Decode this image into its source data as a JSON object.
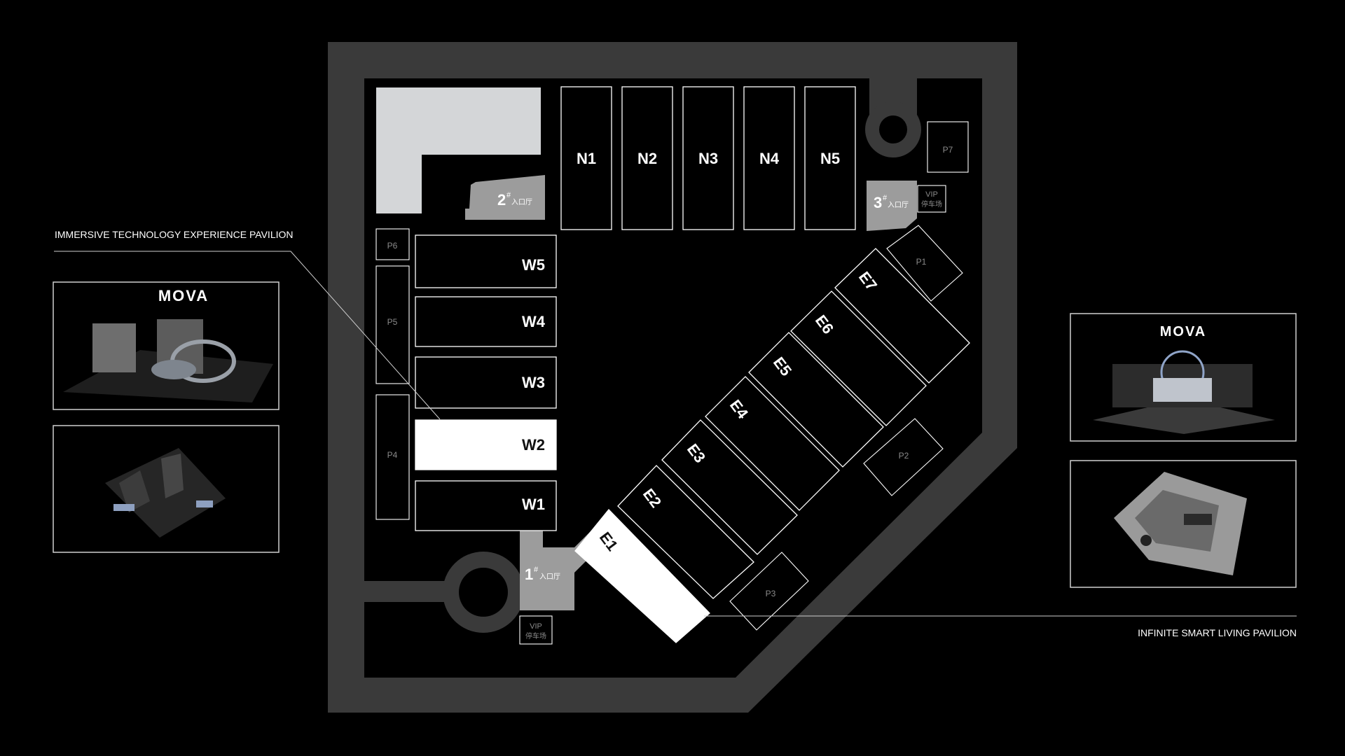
{
  "labels": {
    "left_caption": "IMMERSIVE TECHNOLOGY EXPERIENCE PAVILION",
    "right_caption": "INFINITE SMART LIVING PAVILION",
    "brand": "MOVA"
  },
  "halls": {
    "N1": "N1",
    "N2": "N2",
    "N3": "N3",
    "N4": "N4",
    "N5": "N5",
    "W1": "W1",
    "W2": "W2",
    "W3": "W3",
    "W4": "W4",
    "W5": "W5",
    "E1": "E1",
    "E2": "E2",
    "E3": "E3",
    "E4": "E4",
    "E5": "E5",
    "E6": "E6",
    "E7": "E7"
  },
  "parking": {
    "P1": "P1",
    "P2": "P2",
    "P3": "P3",
    "P4": "P4",
    "P5": "P5",
    "P6": "P6",
    "P7": "P7",
    "vip": "VIP",
    "vip_sub": "停车场"
  },
  "entrances": {
    "e1_num": "1",
    "e2_num": "2",
    "e3_num": "3",
    "mark": "#",
    "hall_text": "入口厅"
  },
  "highlighted_halls": [
    "W2",
    "E1"
  ],
  "colors": {
    "background": "#000000",
    "road": "#3a3a3a",
    "entrance": "#9c9c9c",
    "plaza": "#d4d6d8",
    "highlight": "#ffffff",
    "outline": "#ffffff"
  }
}
